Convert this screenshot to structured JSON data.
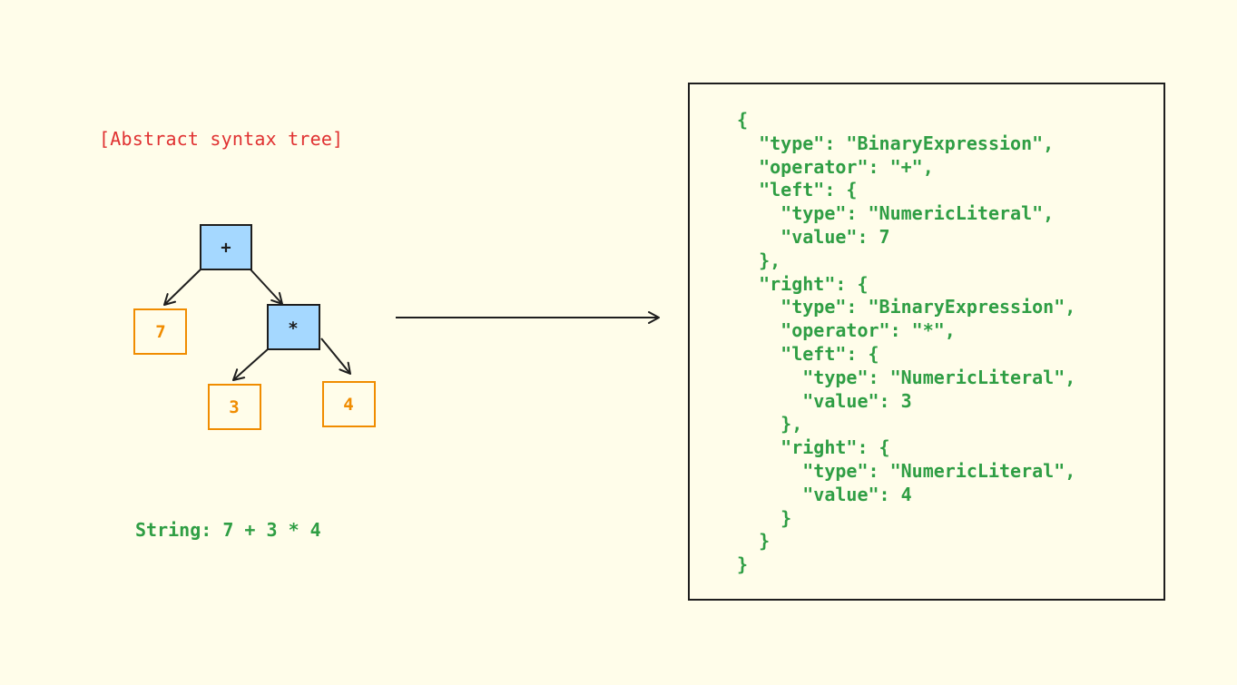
{
  "title": "[Abstract syntax tree]",
  "caption": "String: 7 + 3 * 4",
  "colors": {
    "background": "#fffdea",
    "title": "#e03131",
    "operator_fill": "#a5d8ff",
    "literal_stroke": "#f08c00",
    "code_text": "#2f9e44",
    "stroke": "#1e1e1e"
  },
  "tree": {
    "root": {
      "label": "+",
      "kind": "operator"
    },
    "left": {
      "label": "7",
      "kind": "literal"
    },
    "right": {
      "label": "*",
      "kind": "operator"
    },
    "right_left": {
      "label": "3",
      "kind": "literal"
    },
    "right_right": {
      "label": "4",
      "kind": "literal"
    }
  },
  "json_lines": [
    "{",
    "  \"type\": \"BinaryExpression\",",
    "  \"operator\": \"+\",",
    "  \"left\": {",
    "    \"type\": \"NumericLiteral\",",
    "    \"value\": 7",
    "  },",
    "  \"right\": {",
    "    \"type\": \"BinaryExpression\",",
    "    \"operator\": \"*\",",
    "    \"left\": {",
    "      \"type\": \"NumericLiteral\",",
    "      \"value\": 3",
    "    },",
    "    \"right\": {",
    "      \"type\": \"NumericLiteral\",",
    "      \"value\": 4",
    "    }",
    "  }",
    "}"
  ]
}
